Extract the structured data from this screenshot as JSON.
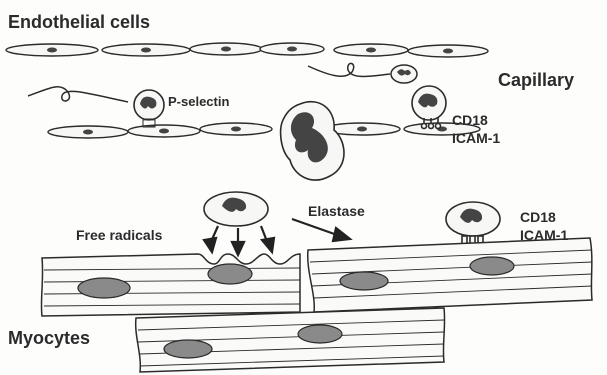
{
  "labels": {
    "endothelial": "Endothelial cells",
    "capillary": "Capillary",
    "p_selectin": "P-selectin",
    "cd18_top": "CD18",
    "icam_top": "ICAM-1",
    "elastase": "Elastase",
    "free_radicals": "Free radicals",
    "cd18_bottom": "CD18",
    "icam_bottom": "ICAM-1",
    "myocytes": "Myocytes"
  },
  "colors": {
    "ink": "#2b2b2b",
    "nucleus": "#8a8a8a",
    "dark_nucleus": "#444444",
    "cell_fill": "#f7f7f5"
  }
}
